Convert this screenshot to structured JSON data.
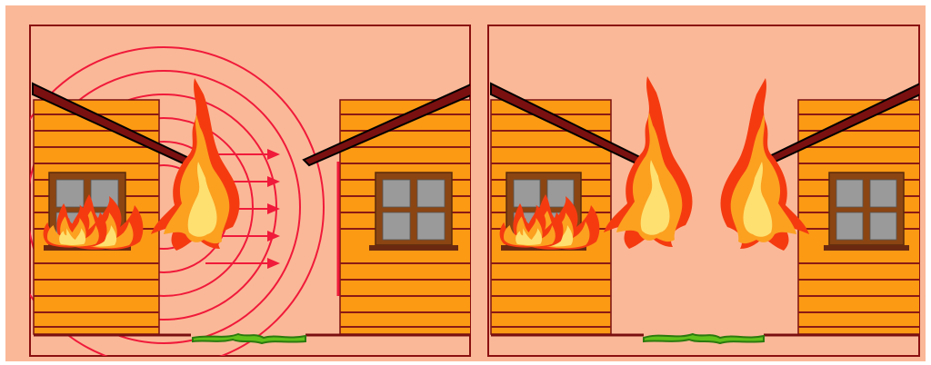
{
  "figure": {
    "panels": [
      {
        "name": "radiant-heat-exposure",
        "arrows": 5,
        "heat_rings": 6
      },
      {
        "name": "flames-on-facing-walls"
      }
    ]
  },
  "colors": {
    "background": "#fbb898",
    "wall": "#fc9a14",
    "roof": "#7a1010",
    "radiation": "#f01a3a",
    "flame": "#f53a10",
    "grass": "#62c01a"
  },
  "icons": [
    "house-left-icon",
    "house-right-icon",
    "flame-icon",
    "heat-wave-icon",
    "arrow-right-icon",
    "grass-icon"
  ]
}
